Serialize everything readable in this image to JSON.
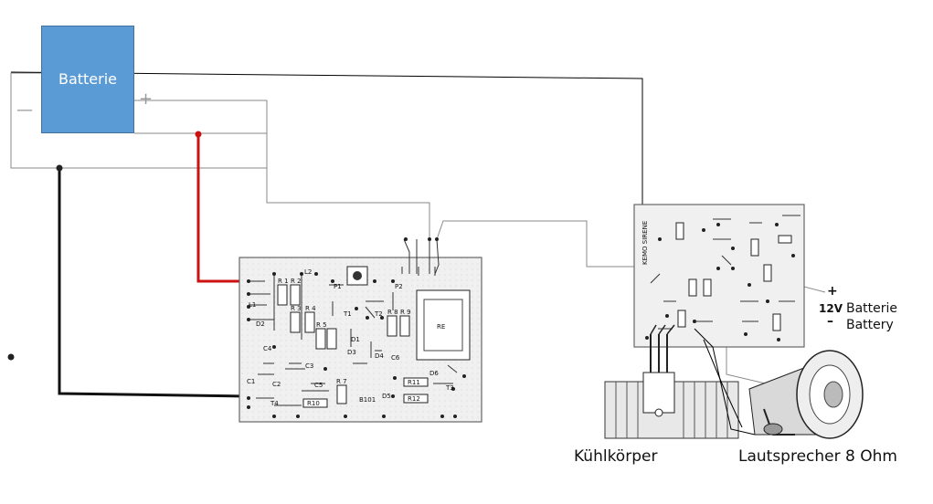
{
  "battery": {
    "label": "Batterie",
    "minus": "—",
    "plus": "+"
  },
  "board_left": {
    "labels": [
      "L2",
      "P1",
      "P2",
      "T1",
      "T2",
      "T3",
      "T4",
      "D1",
      "D2",
      "D3",
      "D4",
      "D5",
      "D6",
      "C1",
      "C2",
      "C3",
      "C4",
      "C5",
      "C6",
      "L1",
      "RE",
      "B101",
      "R10",
      "R11",
      "R12",
      "R 1",
      "R 2",
      "R 3",
      "R 4",
      "R 5",
      "R 7",
      "R 8",
      "R 9"
    ]
  },
  "board_right": {
    "title": "KEMO SIRENE"
  },
  "terminals": {
    "voltage": "12V",
    "plus_sign": "+",
    "minus_sign": "–",
    "batterie": "Batterie",
    "battery": "Battery"
  },
  "captions": {
    "heatsink": "Kühlkörper",
    "speaker": "Lautsprecher 8 Ohm"
  },
  "colors": {
    "battery": "#5b9bd5",
    "red_wire": "#cc1111"
  }
}
